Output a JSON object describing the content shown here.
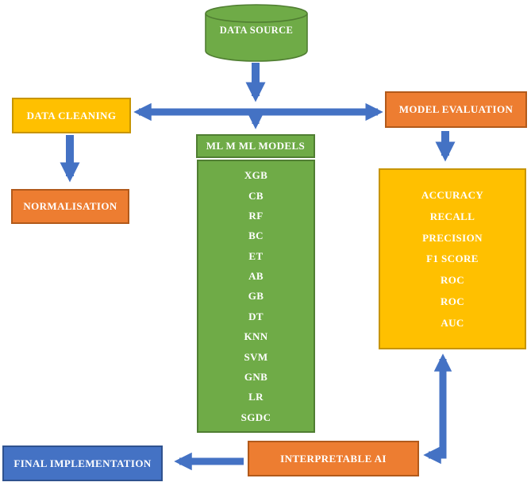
{
  "title": "ML pipeline flowchart",
  "colors": {
    "green_fill": "#6fab47",
    "green_border": "#507e32",
    "yellow_fill": "#ffc000",
    "yellow_border": "#c79500",
    "orange_fill": "#ed7d31",
    "orange_border": "#b25a1b",
    "blue_fill": "#4472c4",
    "blue_border": "#2f528f",
    "arrow": "#4472c4",
    "text": "#ffffff",
    "background": "#ffffff"
  },
  "nodes": {
    "data_source": {
      "label": "DATA SOURCE",
      "shape": "cylinder"
    },
    "data_cleaning": {
      "label": "DATA CLEANING"
    },
    "model_evaluation": {
      "label": "MODEL EVALUATION"
    },
    "normalisation": {
      "label": "NORMALISATION"
    },
    "ml_models": {
      "header": "ML M ML MODELS",
      "items": [
        "XGB",
        "CB",
        "RF",
        "BC",
        "ET",
        "AB",
        "GB",
        "DT",
        "KNN",
        "SVM",
        "GNB",
        "LR",
        "SGDC"
      ]
    },
    "metrics": {
      "items": [
        "ACCURACY",
        "RECALL",
        "PRECISION",
        "F1 SCORE",
        "ROC",
        "ROC",
        "AUC"
      ]
    },
    "interpretable_ai": {
      "label": "INTERPRETABLE AI"
    },
    "final_implementation": {
      "label": "FINAL IMPLEMENTATION"
    }
  },
  "edges": [
    "data_source -> junction (down arrow)",
    "junction <-> data_cleaning and model_evaluation (horizontal double arrow)",
    "junction -> ml_models (down arrow)",
    "data_cleaning -> normalisation (down arrow)",
    "model_evaluation -> metrics (down arrow)",
    "metrics <-> interpretable_ai (elbow double arrow)",
    "interpretable_ai -> final_implementation (left arrow)"
  ]
}
